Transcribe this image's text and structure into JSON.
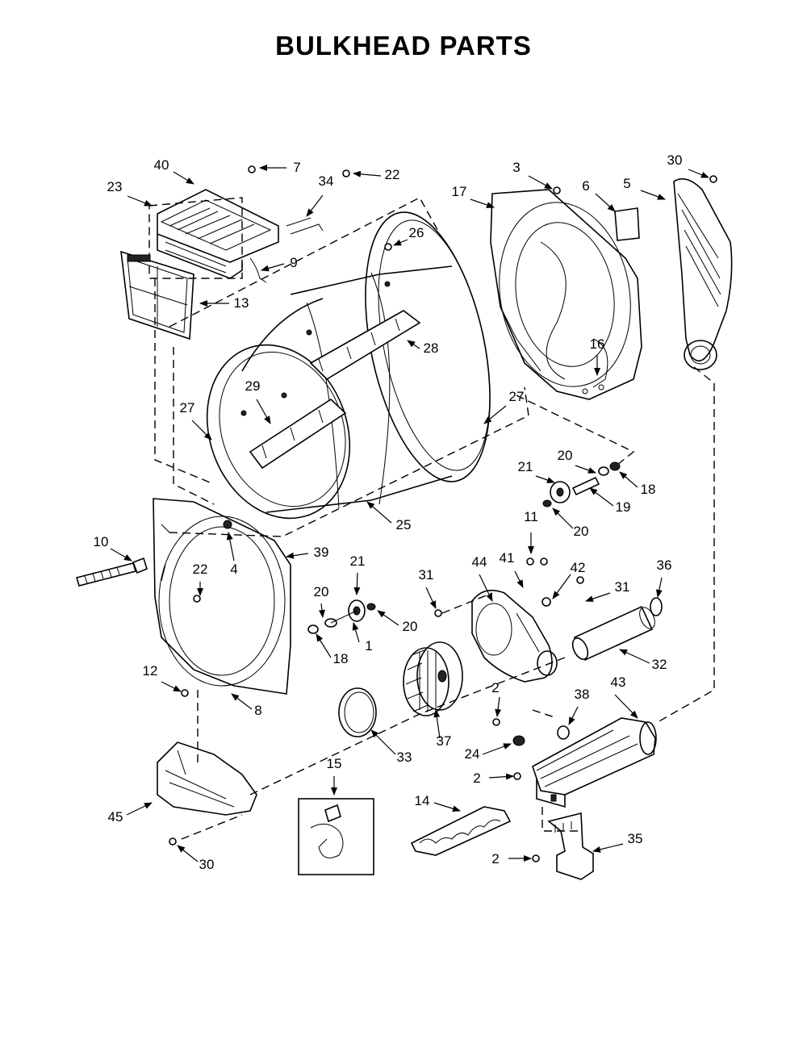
{
  "title": "BULKHEAD PARTS",
  "callouts": [
    "1",
    "2",
    "2",
    "2",
    "3",
    "4",
    "5",
    "6",
    "7",
    "8",
    "9",
    "10",
    "11",
    "12",
    "13",
    "14",
    "15",
    "16",
    "17",
    "18",
    "18",
    "19",
    "20",
    "20",
    "20",
    "20",
    "21",
    "21",
    "22",
    "22",
    "23",
    "24",
    "25",
    "26",
    "27",
    "27",
    "28",
    "29",
    "30",
    "30",
    "31",
    "31",
    "32",
    "33",
    "34",
    "35",
    "36",
    "37",
    "38",
    "39",
    "40",
    "41",
    "42",
    "43",
    "44",
    "45"
  ]
}
